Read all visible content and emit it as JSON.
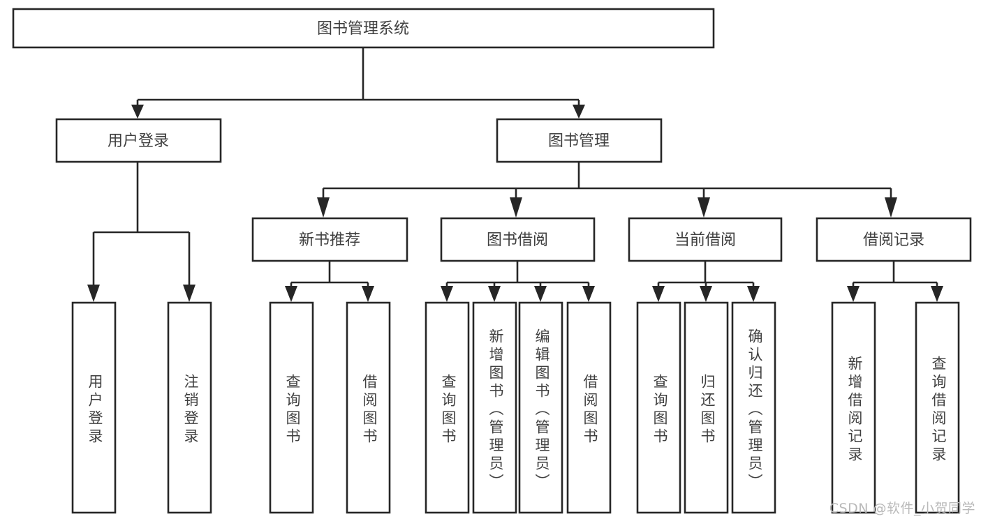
{
  "diagram": {
    "type": "tree-hierarchy",
    "title": "图书管理系统",
    "watermark": "CSDN @软件_小贺同学",
    "colors": {
      "stroke": "#262626",
      "box_fill": "#ffffff",
      "text": "#3f3f3f",
      "background": "#ffffff",
      "watermark": "#b9b9b9"
    },
    "levels": {
      "root": {
        "label": "图书管理系统"
      },
      "level2": [
        {
          "label": "用户登录"
        },
        {
          "label": "图书管理"
        }
      ],
      "level3": [
        {
          "label": "新书推荐",
          "parent": "图书管理"
        },
        {
          "label": "图书借阅",
          "parent": "图书管理"
        },
        {
          "label": "当前借阅",
          "parent": "图书管理"
        },
        {
          "label": "借阅记录",
          "parent": "图书管理"
        }
      ],
      "leaves": [
        {
          "label": "用户登录",
          "parent": "用户登录"
        },
        {
          "label": "注销登录",
          "parent": "用户登录"
        },
        {
          "label": "查询图书",
          "parent": "新书推荐"
        },
        {
          "label": "借阅图书",
          "parent": "新书推荐"
        },
        {
          "label": "查询图书",
          "parent": "图书借阅"
        },
        {
          "label": "新增图书（管理员）",
          "parent": "图书借阅"
        },
        {
          "label": "编辑图书（管理员）",
          "parent": "图书借阅"
        },
        {
          "label": "借阅图书",
          "parent": "图书借阅"
        },
        {
          "label": "查询图书",
          "parent": "当前借阅"
        },
        {
          "label": "归还图书",
          "parent": "当前借阅"
        },
        {
          "label": "确认归还（管理员）",
          "parent": "当前借阅"
        },
        {
          "label": "新增借阅记录",
          "parent": "借阅记录"
        },
        {
          "label": "查询借阅记录",
          "parent": "借阅记录"
        }
      ]
    }
  }
}
